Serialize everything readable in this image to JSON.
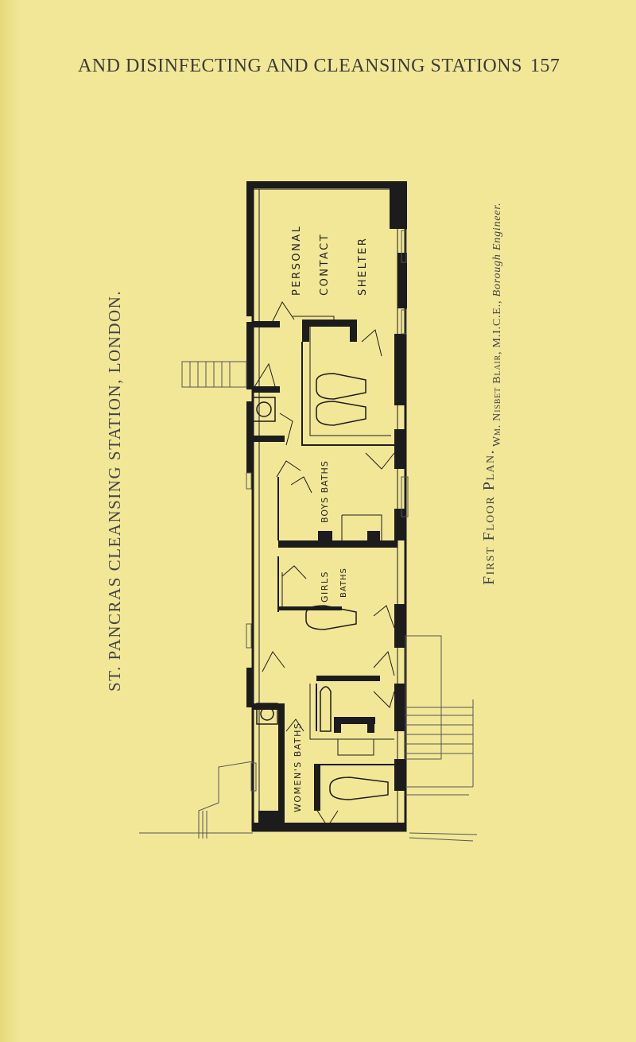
{
  "page": {
    "running_head": "AND DISINFECTING AND CLEANSING STATIONS",
    "page_number": "157"
  },
  "sidebar": {
    "station_title": "ST. PANCRAS CLEANSING STATION, LONDON."
  },
  "figure": {
    "caption": "First Floor Plan.",
    "credit_name": "Wm. Nisbet Blair, M.I.C.E.,",
    "credit_role": "Borough Engineer.",
    "room_labels": {
      "personal": "PERSONAL",
      "contact": "CONTACT",
      "shelter": "SHELTER",
      "boys_baths": "BOYS BATHS",
      "girls": "GIRLS",
      "girls_baths": "BATHS",
      "womens_baths": "WOMEN'S BATHS"
    }
  },
  "colors": {
    "paper": "#f2e797",
    "ink": "#1c1c1c"
  }
}
